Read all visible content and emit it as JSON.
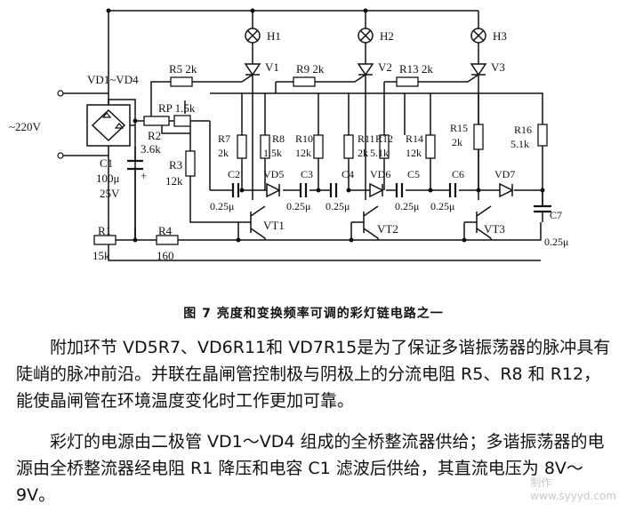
{
  "circuit": {
    "mains": "~220V",
    "bridge_label": "VD1~VD4",
    "lamps": [
      "H1",
      "H2",
      "H3"
    ],
    "thyristors": [
      "V1",
      "V2",
      "V3"
    ],
    "resistors": {
      "r5": "R5 2k",
      "r9": "R9   2k",
      "r13": "R13  2k",
      "rp": "RP 1.5k",
      "r2_name": "R2",
      "r2_val": "3.6k",
      "r3_name": "R3",
      "r3_val": "12k",
      "r7_name": "R7",
      "r7_val": "2k",
      "r8_name": "R8",
      "r8_val": "1.5k",
      "r10_name": "R10",
      "r10_val": "12k",
      "r11_name": "R11",
      "r11_val": "2k",
      "r12_name": "R12",
      "r12_val": "5.1k",
      "r14_name": "R14",
      "r14_val": "12k",
      "r15_name": "R15",
      "r15_val": "2k",
      "r16_name": "R16",
      "r16_val": "5.1k",
      "r1_name": "R1",
      "r1_val": "15k",
      "r4_name": "R4",
      "r4_val": "160"
    },
    "capacitors": {
      "c1_name": "C1",
      "c1_val1": "100μ",
      "c1_val2": "25V",
      "c1_plus": "+",
      "c2": "C2",
      "c3": "C3",
      "c4": "C4",
      "c5": "C5",
      "c6": "C6",
      "c7": "C7",
      "val": "0.25μ"
    },
    "diodes": [
      "VD5",
      "VD6",
      "VD7"
    ],
    "transistors": [
      "VT1",
      "VT2",
      "VT3"
    ]
  },
  "caption": "图 7   亮度和变换频率可调的彩灯链电路之一",
  "paragraphs": [
    "附加环节 VD5R7、VD6R11和 VD7R15是为了保证多谐振荡器的脉冲具有陡峭的脉冲前沿。并联在晶闸管控制极与阴极上的分流电阻 R5、R8 和 R12，能使晶闸管在环境温度变化时工作更加可靠。",
    "彩灯的电源由二极管 VD1～VD4 组成的全桥整流器供给；多谐振荡器的电源由全桥整流器经电阻 R1 降压和电容 C1 滤波后供给，其直流电压为 8V～9V。"
  ],
  "watermark": [
    "制作",
    "www.syyyd.com"
  ]
}
